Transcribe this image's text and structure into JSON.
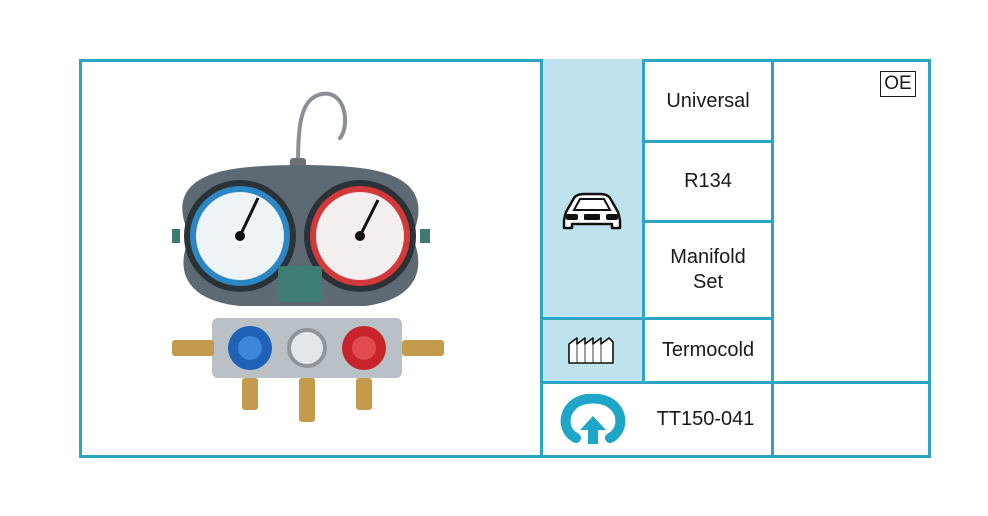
{
  "product": {
    "image_icon": "manifold-gauge-set-photo",
    "car_icon": "car-icon",
    "brand_icon": "tooth-stamp-icon",
    "code_icon": "circular-arrow-logo-icon",
    "application": "Universal",
    "refrigerant": "R134",
    "name_line1": "Manifold",
    "name_line2": "Set",
    "brand": "Termocold",
    "code": "TT150-041",
    "oe_label": "OE"
  },
  "colors": {
    "border": "#2aa6c4",
    "icon_column_bg": "#bfe3ee"
  }
}
